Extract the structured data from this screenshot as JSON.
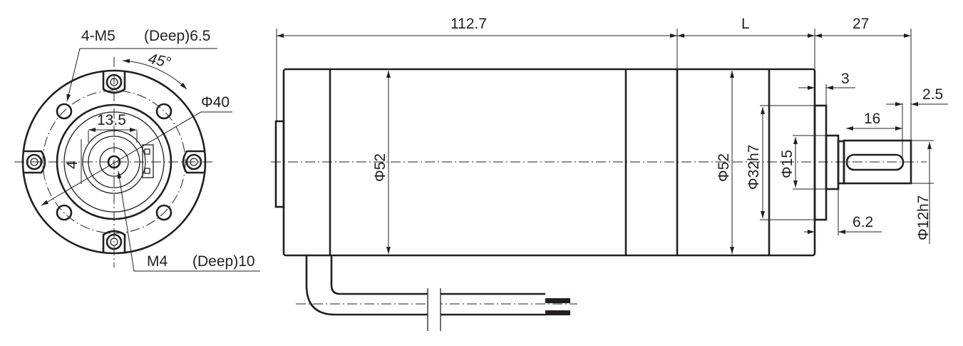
{
  "front_view": {
    "tapped_holes": "4-M5",
    "tapped_depth": "(Deep)6.5",
    "angle": "45°",
    "pcd": "Φ40",
    "flat_width": "13.5",
    "flat_height": "4",
    "center_thread": "M4",
    "center_depth": "(Deep)10"
  },
  "side_view": {
    "motor_length": "112.7",
    "gearbox_length": "L",
    "shaft_length": "27",
    "body_diameter_motor": "Φ52",
    "body_diameter_gearbox": "Φ52",
    "pilot_diameter": "Φ32h7",
    "boss_diameter": "Φ15",
    "shaft_diameter": "Φ12h7",
    "pilot_length": "3",
    "boss_length": "6.2",
    "key_length": "16",
    "key_offset": "2.5"
  },
  "colors": {
    "line": "#231f20",
    "background": "#ffffff"
  }
}
